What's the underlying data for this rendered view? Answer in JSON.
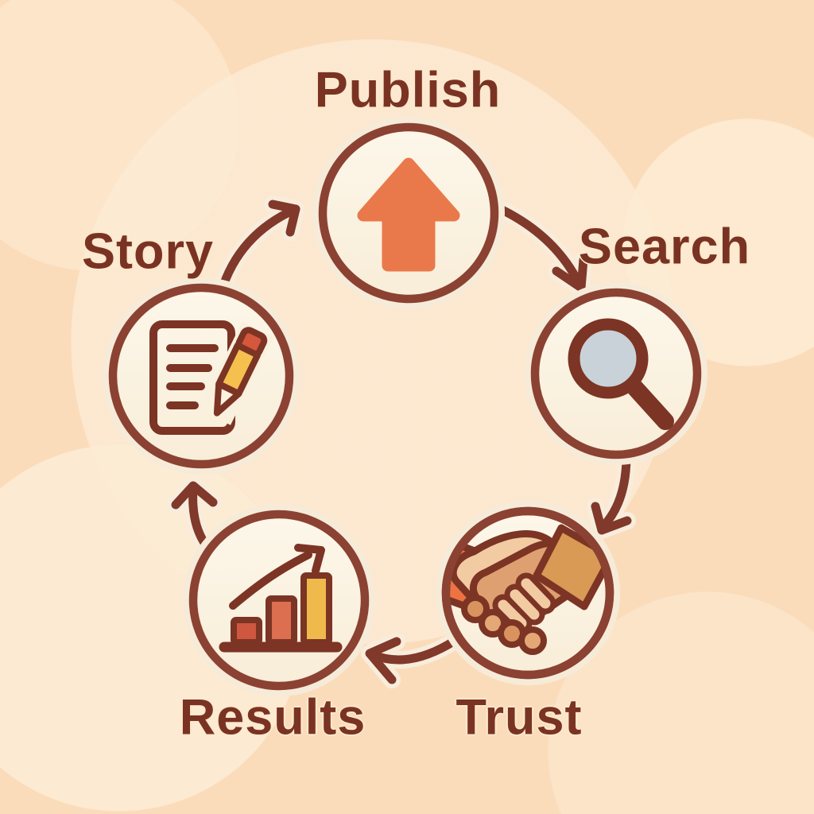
{
  "diagram": {
    "type": "cycle",
    "nodes": [
      {
        "label": "Publish",
        "icon": "upload-arrow-icon"
      },
      {
        "label": "Search",
        "icon": "magnifying-glass-icon"
      },
      {
        "label": "Trust",
        "icon": "handshake-icon"
      },
      {
        "label": "Results",
        "icon": "growth-bar-chart-icon"
      },
      {
        "label": "Story",
        "icon": "document-pencil-icon"
      }
    ],
    "flow": [
      {
        "from": "Publish",
        "to": "Search"
      },
      {
        "from": "Search",
        "to": "Trust"
      },
      {
        "from": "Trust",
        "to": "Results"
      },
      {
        "from": "Results",
        "to": "Story"
      },
      {
        "from": "Story",
        "to": "Publish"
      }
    ],
    "colors": {
      "background": "#fbdcba",
      "background_blob": "#fdead1",
      "node_fill": "#faf1df",
      "node_stroke": "#8b4232",
      "outline_brown": "#7c3425",
      "label_text": "#7a3323",
      "accent_orange": "#e9794b",
      "accent_gold": "#f0b94b",
      "bar_red": "#ce573f",
      "bar_orange": "#dc6f50",
      "lens_blue": "#c9d2d9",
      "sleeve_orange": "#ed7442",
      "sleeve_tan": "#d89a55",
      "skin_light": "#f2cba2",
      "skin_tan": "#dfa071",
      "pencil_gold": "#f5c04e",
      "pencil_eraser": "#d5573c"
    }
  }
}
